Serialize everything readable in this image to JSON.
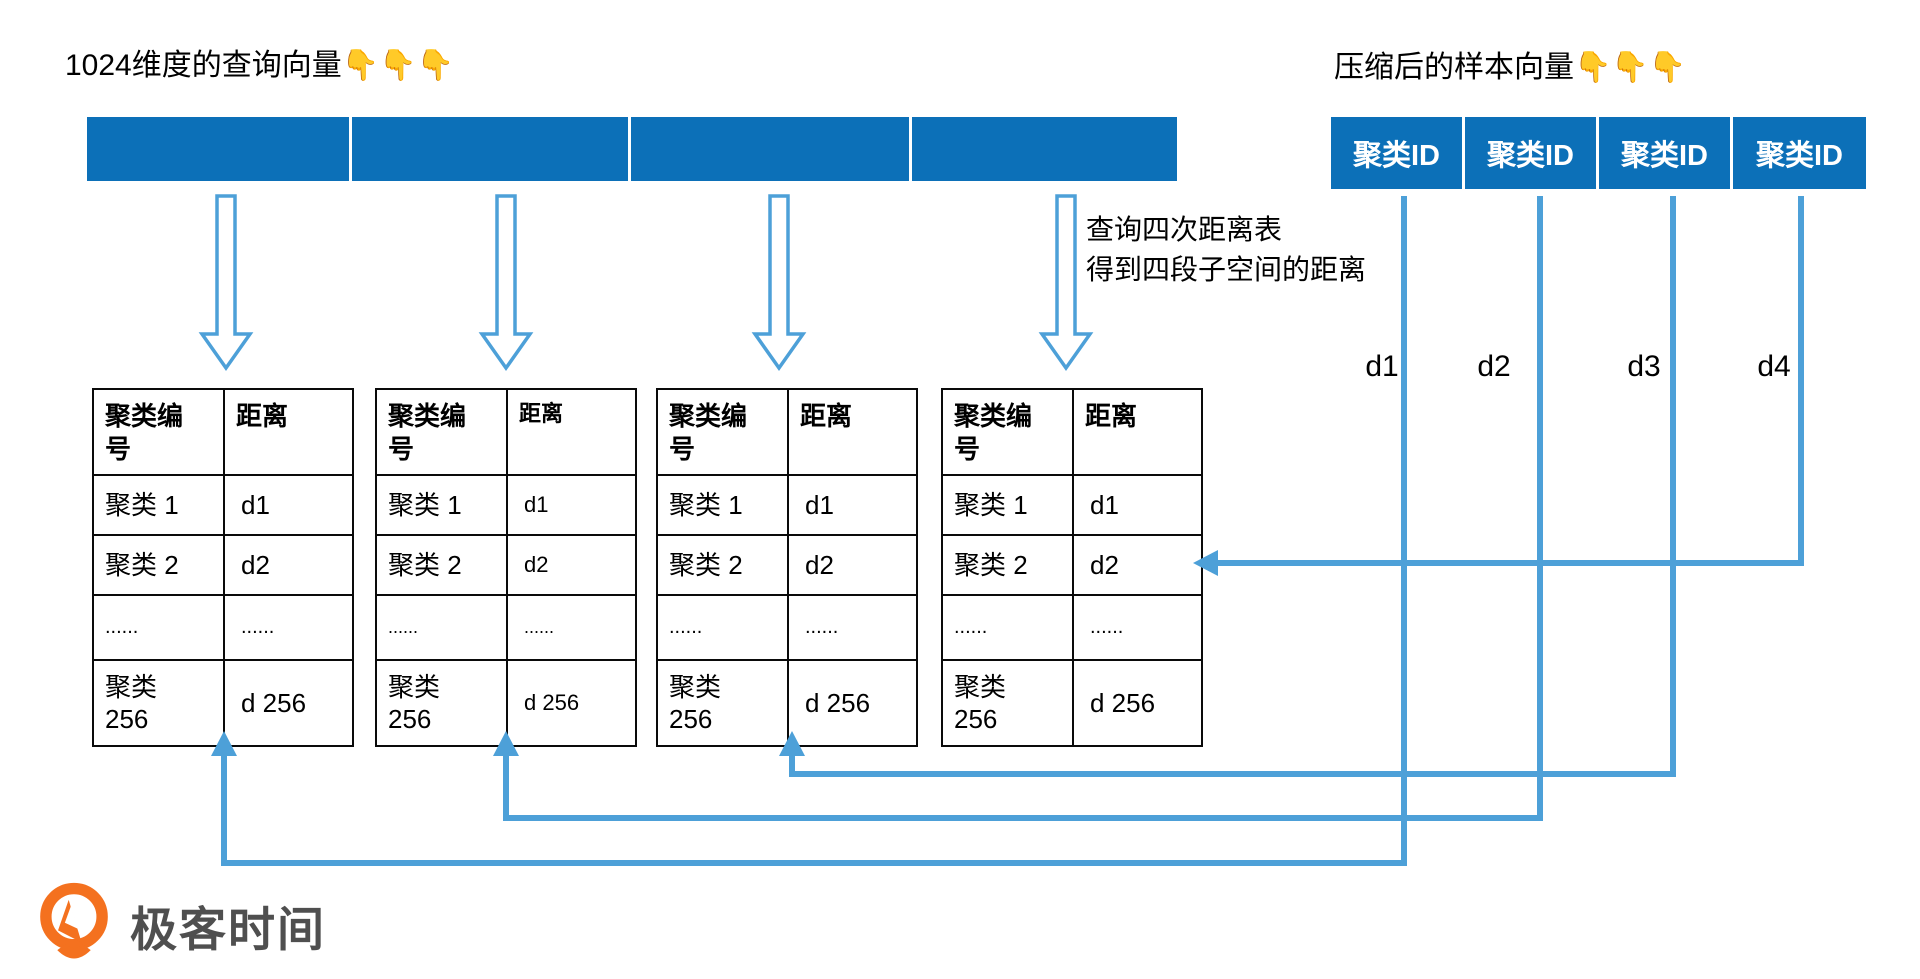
{
  "titles": {
    "query_vector": {
      "text": "1024维度的查询向量",
      "emoji": "👇👇👇"
    },
    "sample_vector": {
      "text": "压缩后的样本向量",
      "emoji": "👇👇👇"
    }
  },
  "sample_vector": {
    "cells": [
      "聚类ID",
      "聚类ID",
      "聚类ID",
      "聚类ID"
    ]
  },
  "annotation": {
    "line1": "查询四次距离表",
    "line2": "得到四段子空间的距离"
  },
  "distance_labels": [
    "d1",
    "d2",
    "d3",
    "d4"
  ],
  "tables": [
    {
      "headers": [
        "聚类编\n号",
        "距离"
      ],
      "rows": [
        [
          "聚类 1",
          "d1"
        ],
        [
          "聚类 2",
          "d2"
        ],
        [
          "......",
          "......"
        ],
        [
          "聚类\n256",
          "d 256"
        ]
      ]
    },
    {
      "headers": [
        "聚类编\n号",
        "距离"
      ],
      "rows": [
        [
          "聚类 1",
          "d1"
        ],
        [
          "聚类 2",
          "d2"
        ],
        [
          "......",
          "......"
        ],
        [
          "聚类\n256",
          "d 256"
        ]
      ]
    },
    {
      "headers": [
        "聚类编\n号",
        "距离"
      ],
      "rows": [
        [
          "聚类 1",
          "d1"
        ],
        [
          "聚类 2",
          "d2"
        ],
        [
          "......",
          "......"
        ],
        [
          "聚类\n256",
          "d 256"
        ]
      ]
    },
    {
      "headers": [
        "聚类编\n号",
        "距离"
      ],
      "rows": [
        [
          "聚类 1",
          "d1"
        ],
        [
          "聚类 2",
          "d2"
        ],
        [
          "......",
          "......"
        ],
        [
          "聚类\n256",
          "d 256"
        ]
      ]
    }
  ],
  "logo": {
    "brand": "极客时间"
  },
  "colors": {
    "vector_blue": "#0c70b8",
    "connector_blue": "#4da0d8",
    "table_border": "#0a0a0a",
    "logo_orange": "#f4711f",
    "logo_gray": "#4f4f4f"
  }
}
